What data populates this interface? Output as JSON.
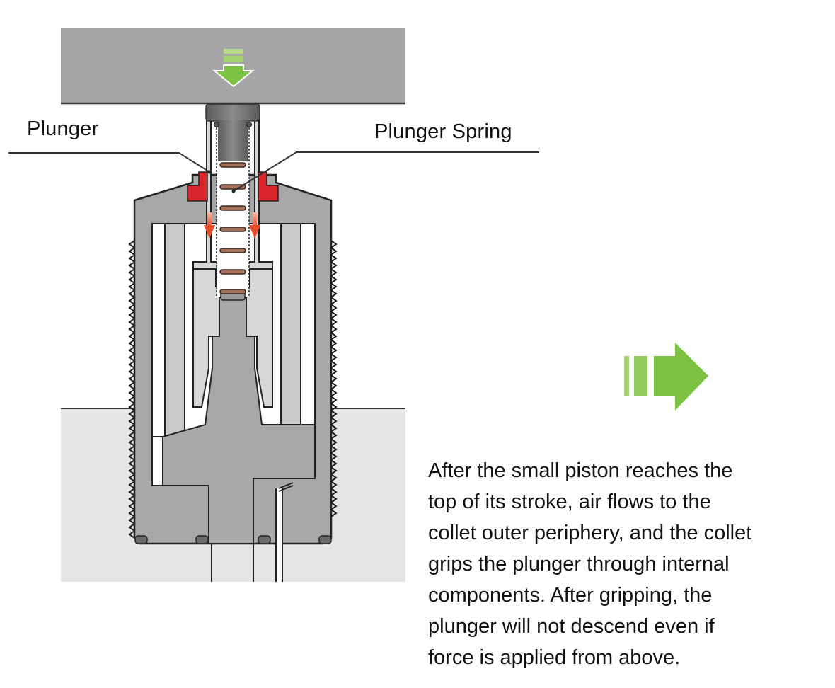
{
  "labels": {
    "plunger": "Plunger",
    "plunger_spring": "Plunger Spring"
  },
  "description": {
    "lines": [
      "After the small piston reaches the",
      "top of its stroke, air flows to the",
      "collet outer periphery, and the collet",
      "grips the plunger through internal",
      "components. After gripping, the",
      "plunger will not descend even if",
      "force is applied from above."
    ]
  },
  "icons": {
    "force_arrow": "down-arrow-icon",
    "air_flow_arrows": "down-arrow-icon",
    "next_step_arrow": "right-arrow-icon"
  },
  "colors": {
    "green_arrow": "#7dc242",
    "green_arrow_light": "#a6d36f",
    "red_arrow": "#e8502d",
    "seal_red": "#d9262c",
    "body_gray": "#a8a8a8",
    "press_plate": "#a6a6a8",
    "workpiece": "#e4e5e6",
    "light_part": "#d6d7d8",
    "spring_brown": "#a0705a"
  }
}
